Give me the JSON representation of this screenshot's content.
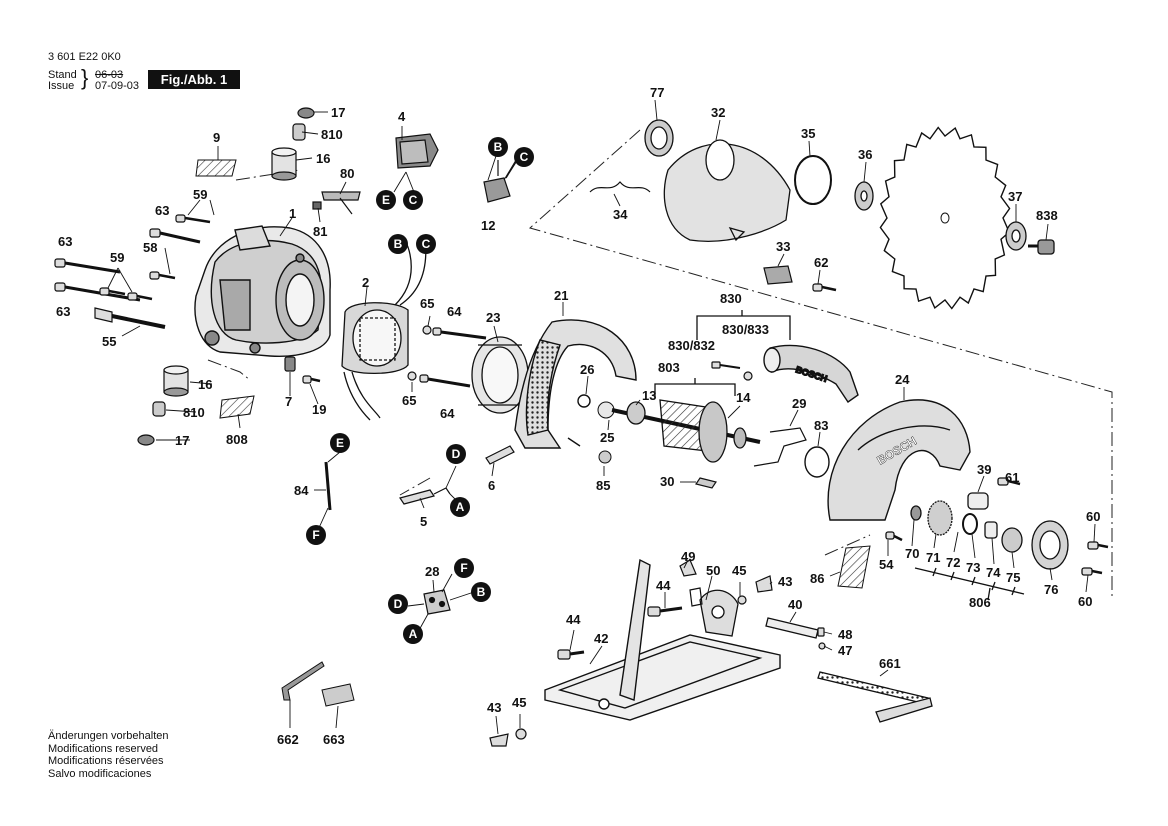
{
  "header": {
    "part_number": "3 601 E22 0K0",
    "stand_label": "Stand",
    "stand_value": "06-03",
    "issue_label": "Issue",
    "issue_value": "07-09-03",
    "figure_label": "Fig./Abb. 1"
  },
  "notes": [
    "Änderungen vorbehalten",
    "Modifications reserved",
    "Modifications réservées",
    "Salvo modificaciones"
  ],
  "connectors": [
    "A",
    "B",
    "C",
    "D",
    "E",
    "F"
  ],
  "parts": {
    "p1": "1",
    "p2": "2",
    "p4": "4",
    "p5": "5",
    "p6": "6",
    "p7": "7",
    "p9": "9",
    "p12": "12",
    "p13": "13",
    "p14": "14",
    "p16a": "16",
    "p16b": "16",
    "p17a": "17",
    "p17b": "17",
    "p19": "19",
    "p21": "21",
    "p23": "23",
    "p24": "24",
    "p25": "25",
    "p26": "26",
    "p28": "28",
    "p29": "29",
    "p30": "30",
    "p32": "32",
    "p33": "33",
    "p34": "34",
    "p35": "35",
    "p36": "36",
    "p37": "37",
    "p39": "39",
    "p40": "40",
    "p42": "42",
    "p43a": "43",
    "p43b": "43",
    "p44a": "44",
    "p44b": "44",
    "p45a": "45",
    "p45b": "45",
    "p47": "47",
    "p48": "48",
    "p49": "49",
    "p50": "50",
    "p54": "54",
    "p55": "55",
    "p58": "58",
    "p59a": "59",
    "p59b": "59",
    "p60a": "60",
    "p60b": "60",
    "p61": "61",
    "p62": "62",
    "p63a": "63",
    "p63b": "63",
    "p63c": "63",
    "p64a": "64",
    "p64b": "64",
    "p65a": "65",
    "p65b": "65",
    "p70": "70",
    "p71": "71",
    "p72": "72",
    "p73": "73",
    "p74": "74",
    "p75": "75",
    "p76": "76",
    "p77": "77",
    "p80": "80",
    "p81": "81",
    "p83": "83",
    "p84": "84",
    "p85": "85",
    "p86": "86",
    "p661": "661",
    "p662": "662",
    "p663": "663",
    "p803": "803",
    "p806": "806",
    "p808": "808",
    "p810a": "810",
    "p810b": "810",
    "p830": "830",
    "p830_832": "830/832",
    "p830_833": "830/833",
    "p838": "838"
  },
  "brand_marks": {
    "guard": "BOSCH",
    "handle": "BOSCH"
  }
}
